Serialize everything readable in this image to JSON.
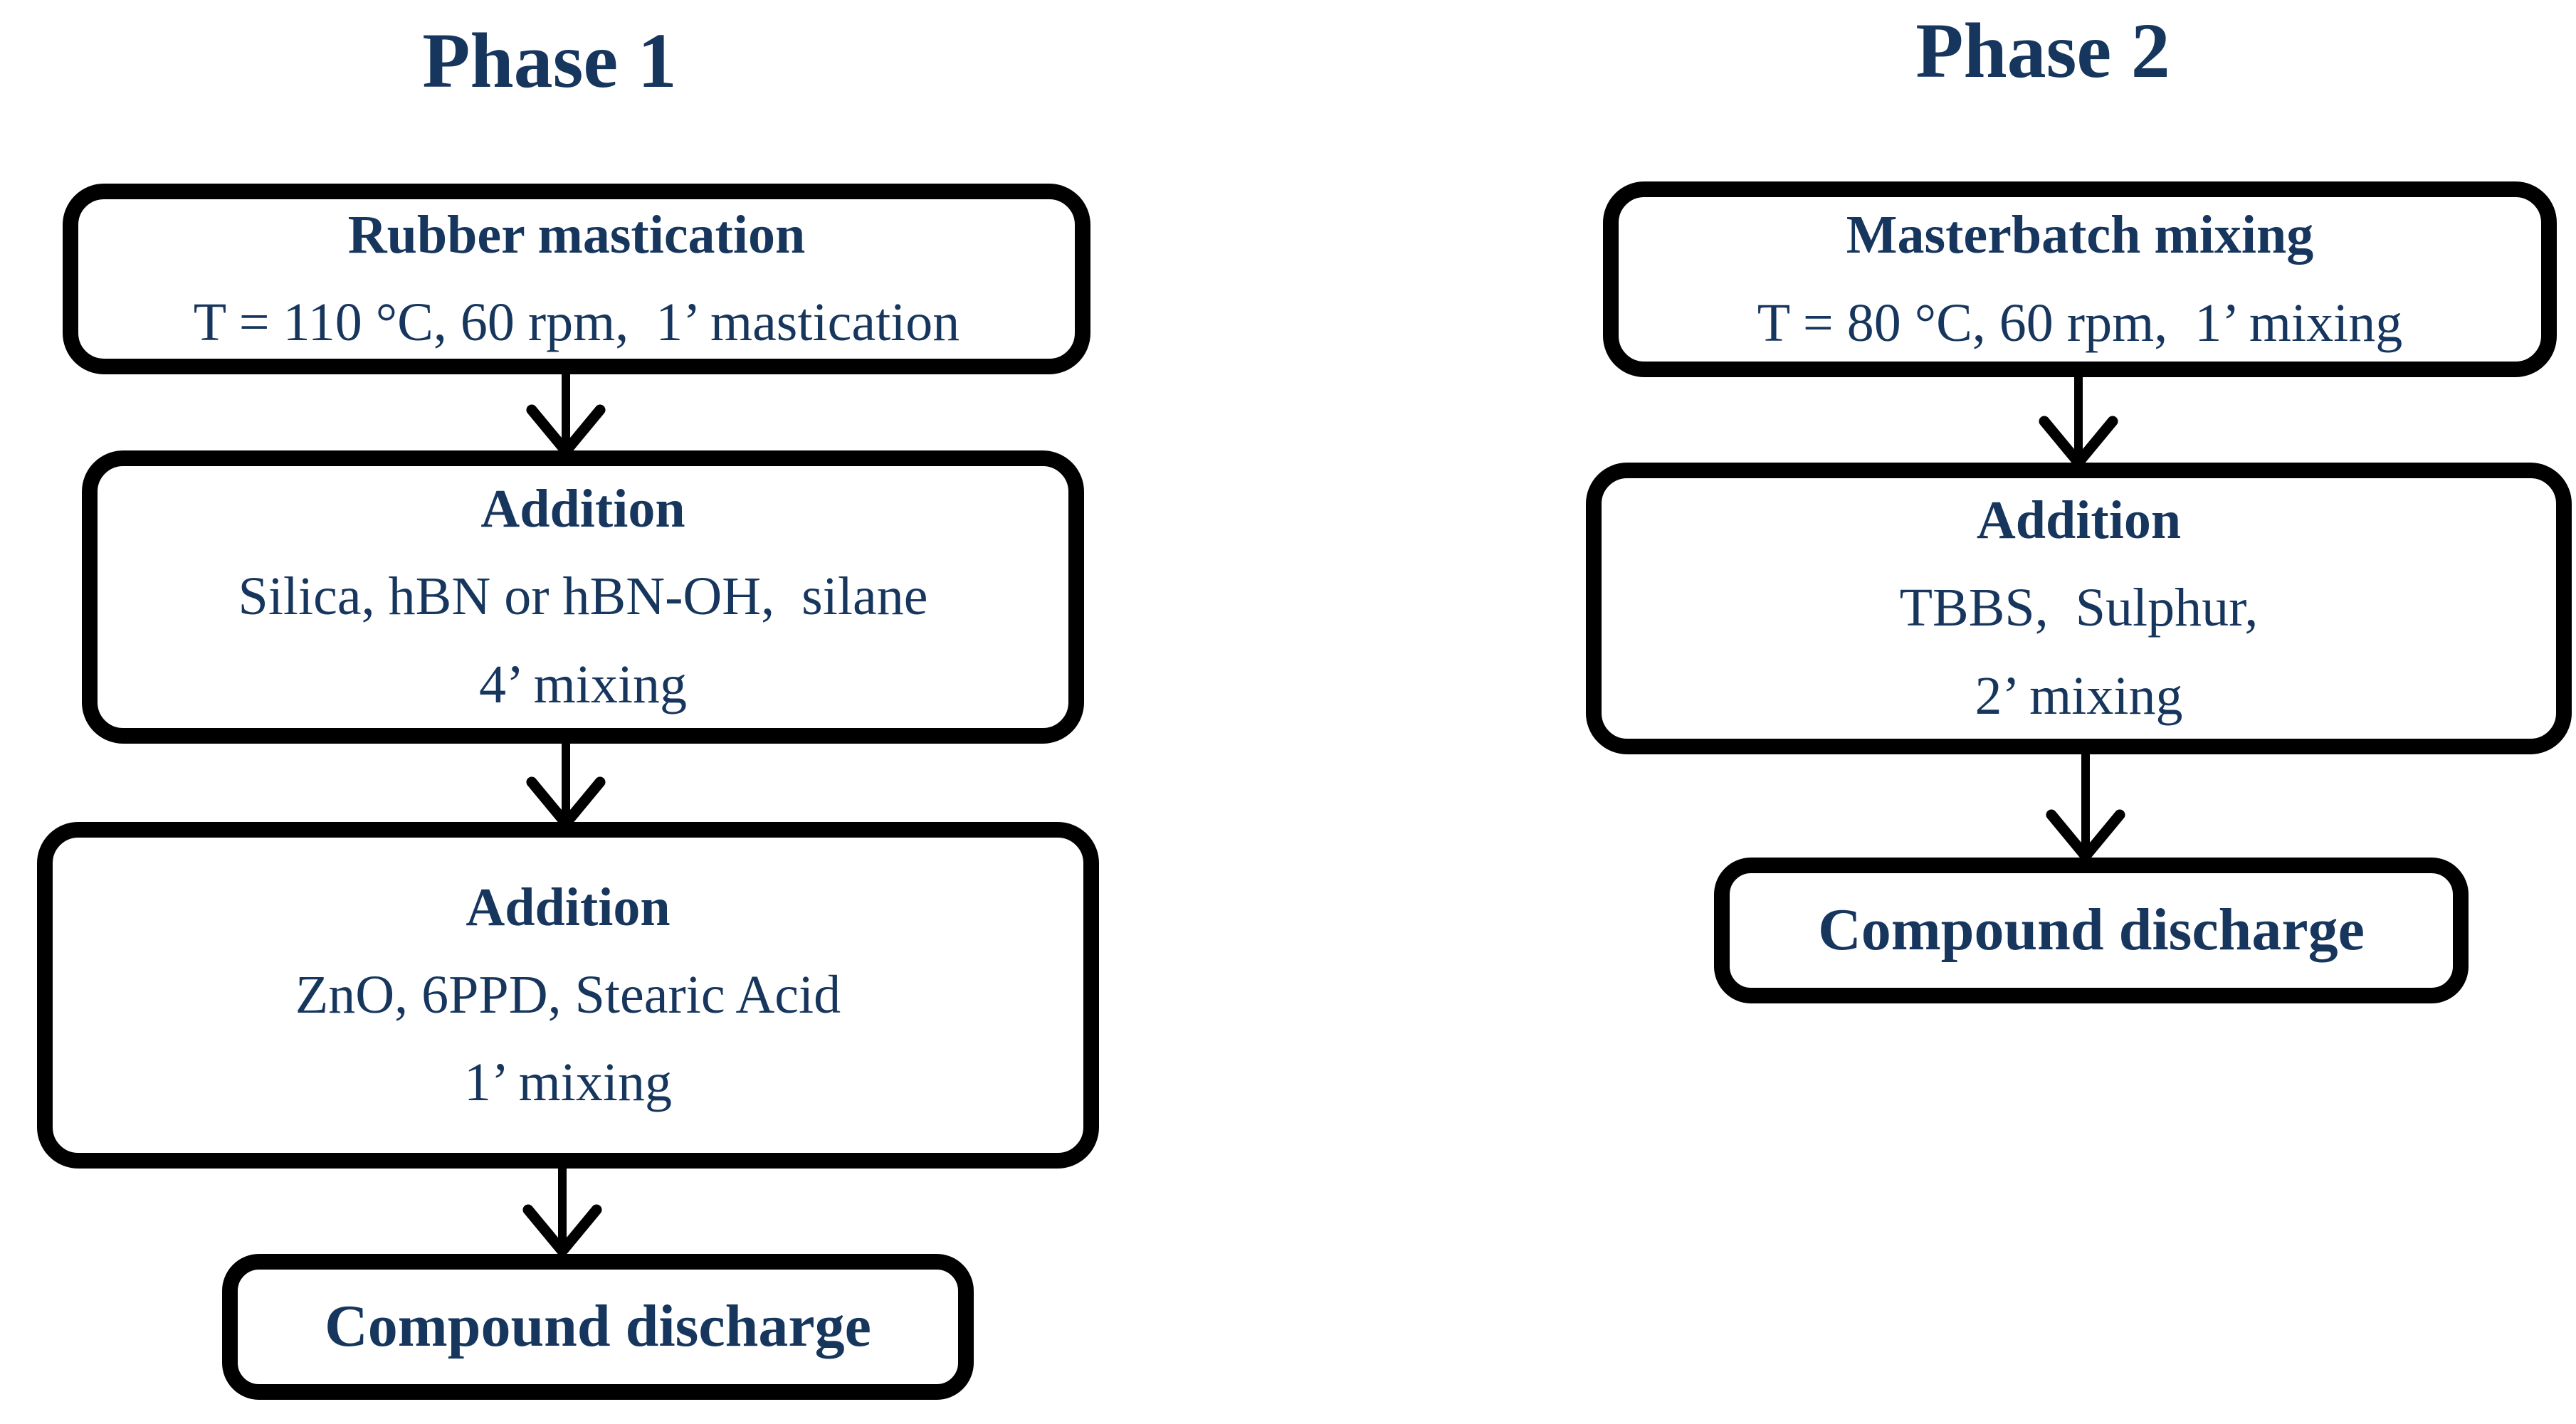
{
  "colors": {
    "text_navy": "#17365d",
    "box_border": "#000000",
    "arrow": "#000000",
    "background": "#ffffff"
  },
  "phase1": {
    "title": "Phase 1",
    "box1": {
      "line1": "Rubber mastication",
      "line2": "T = 110 °C, 60 rpm,  1’ mastication"
    },
    "box2": {
      "line1": "Addition",
      "line2": "Silica, hBN or hBN-OH,  silane",
      "line3": "4’ mixing"
    },
    "box3": {
      "line1": "Addition",
      "line2": "ZnO, 6PPD, Stearic Acid",
      "line3": "1’ mixing"
    },
    "box4": {
      "line1": "Compound discharge"
    }
  },
  "phase2": {
    "title": "Phase 2",
    "box1": {
      "line1": "Masterbatch mixing",
      "line2": "T = 80 °C, 60 rpm,  1’ mixing"
    },
    "box2": {
      "line1": "Addition",
      "line2": "TBBS,  Sulphur,",
      "line3": "2’ mixing"
    },
    "box3": {
      "line1": "Compound discharge"
    }
  }
}
